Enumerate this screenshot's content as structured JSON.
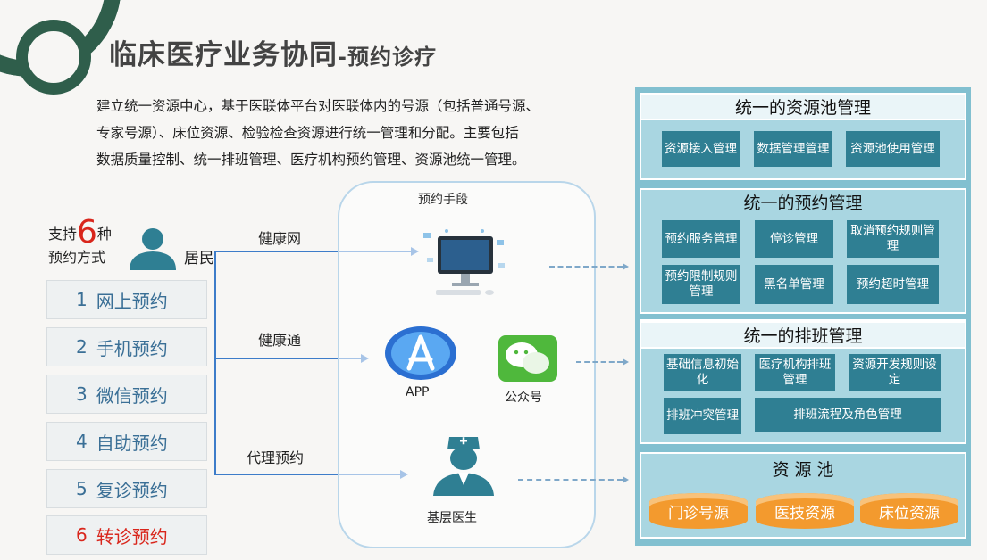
{
  "header": {
    "title_main": "临床医疗业务协同",
    "title_sub": "-预约诊疗"
  },
  "description": [
    "建立统一资源中心，基于医联体平台对医联体内的号源（包括普通号源、",
    "专家号源）、床位资源、检验检查资源进行统一管理和分配。主要包括",
    "数据质量控制、统一排班管理、医疗机构预约管理、资源池统一管理。"
  ],
  "support": {
    "prefix": "支持",
    "number": "6",
    "suffix": "种",
    "line2": "预约方式"
  },
  "resident_label": "居民",
  "methods": [
    {
      "num": "1",
      "label": "网上预约"
    },
    {
      "num": "2",
      "label": "手机预约"
    },
    {
      "num": "3",
      "label": "微信预约"
    },
    {
      "num": "4",
      "label": "自助预约"
    },
    {
      "num": "5",
      "label": "复诊预约"
    },
    {
      "num": "6",
      "label": "转诊预约"
    }
  ],
  "channels": {
    "web": "健康网",
    "mobile": "健康通",
    "agent": "代理预约"
  },
  "pool": {
    "title": "预约手段",
    "app": "APP",
    "wechat": "公众号",
    "doctor": "基层医生"
  },
  "right": {
    "resource_mgmt": {
      "title": "统一的资源池管理",
      "items": [
        "资源接入管理",
        "数据管理管理",
        "资源池使用管理"
      ]
    },
    "booking_mgmt": {
      "title": "统一的预约管理",
      "items": [
        "预约服务管理",
        "停诊管理",
        "取消预约规则管理",
        "预约限制规则管理",
        "黑名单管理",
        "预约超时管理"
      ]
    },
    "schedule_mgmt": {
      "title": "统一的排班管理",
      "items": [
        "基础信息初始化",
        "医疗机构排班管理",
        "资源开发规则设定",
        "排班冲突管理",
        "排班流程及角色管理"
      ]
    },
    "resource_pool": {
      "title": "资 源 池",
      "items": [
        "门诊号源",
        "医技资源",
        "床位资源"
      ]
    }
  },
  "colors": {
    "accent_green": "#2f5e4b",
    "box_teal": "#2f7f93",
    "panel": "#82c0d0",
    "orange": "#f39a2e",
    "red": "#d9261c",
    "link_blue": "#3d7cc9"
  }
}
